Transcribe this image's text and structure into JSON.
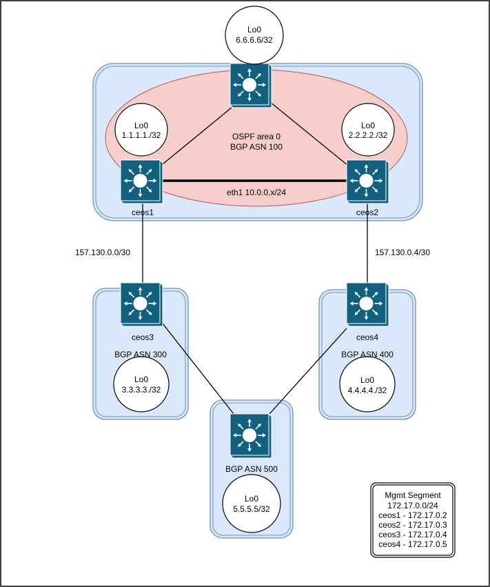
{
  "colors": {
    "region_fill": "#dae8fc",
    "region_stroke": "#6c8ebf",
    "ospf_fill": "#f8cecc",
    "ospf_stroke": "#b85450",
    "switch_fill": "#10607f",
    "link": "#000000",
    "frame": "#000000"
  },
  "icon": "layer3-switch-icon",
  "ospf": {
    "line1": "OSPF area 0",
    "line2": "BGP ASN 100"
  },
  "links": {
    "eth1": "eth1 10.0.0.x/24",
    "ceos1_ceos3": "157.130.0.0/30",
    "ceos2_ceos4": "157.130.0.4/30"
  },
  "devices": {
    "ceos1": "ceos1",
    "ceos2": "ceos2",
    "ceos3": "ceos3",
    "ceos4": "ceos4"
  },
  "asn": {
    "ceos3": "BGP ASN 300",
    "ceos4": "BGP ASN 400",
    "ceos5": "BGP ASN 500"
  },
  "loopbacks": {
    "top": {
      "name": "Lo0",
      "addr": "6.6.6.6/32"
    },
    "ceos1": {
      "name": "Lo0",
      "addr": "1.1.1.1./32"
    },
    "ceos2": {
      "name": "Lo0",
      "addr": "2.2.2.2./32"
    },
    "ceos3": {
      "name": "Lo0",
      "addr": "3.3.3.3./32"
    },
    "ceos4": {
      "name": "Lo0",
      "addr": "4.4.4.4./32"
    },
    "ceos5": {
      "name": "Lo0",
      "addr": "5.5.5.5/32"
    }
  },
  "mgmt": {
    "title": "Mgmt Segment",
    "subnet": "172.17.0.0/24",
    "entries": [
      "ceos1 - 172.17.0.2",
      "ceos2 - 172.17.0.3",
      "ceos3 - 172.17.0.4",
      "ceos4 - 172.17.0.5"
    ]
  }
}
